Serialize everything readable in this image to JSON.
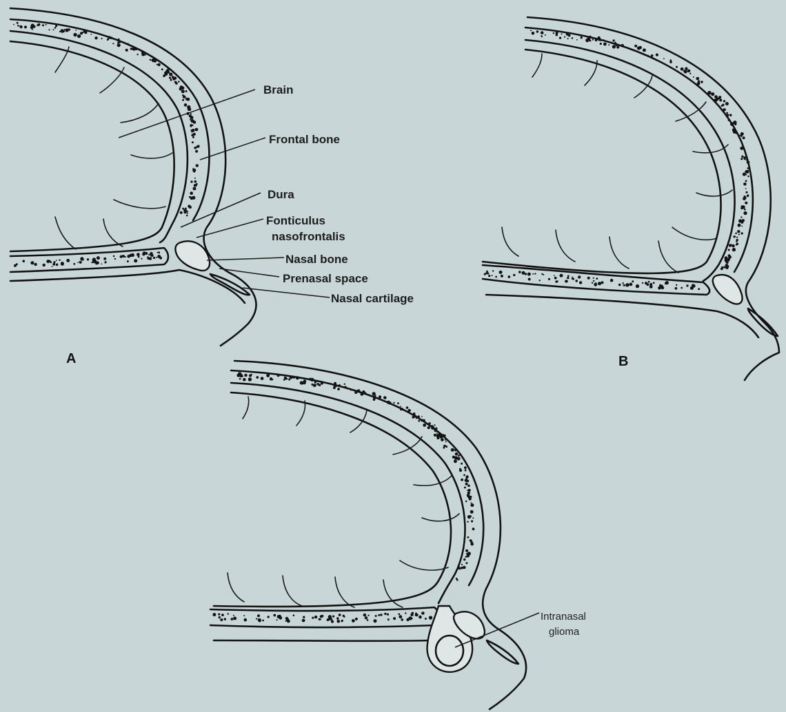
{
  "panels": {
    "a": {
      "letter": "A"
    },
    "b": {
      "letter": "B"
    }
  },
  "labels": {
    "brain": "Brain",
    "frontal_bone": "Frontal bone",
    "dura": "Dura",
    "fonticulus_line1": "Fonticulus",
    "fonticulus_line2": "nasofrontalis",
    "nasal_bone": "Nasal bone",
    "prenasal_space": "Prenasal space",
    "nasal_cartilage": "Nasal cartilage",
    "intranasal_line1": "Intranasal",
    "intranasal_line2": "glioma"
  },
  "colors": {
    "background": "#c9d6d7",
    "ink": "#121212"
  }
}
